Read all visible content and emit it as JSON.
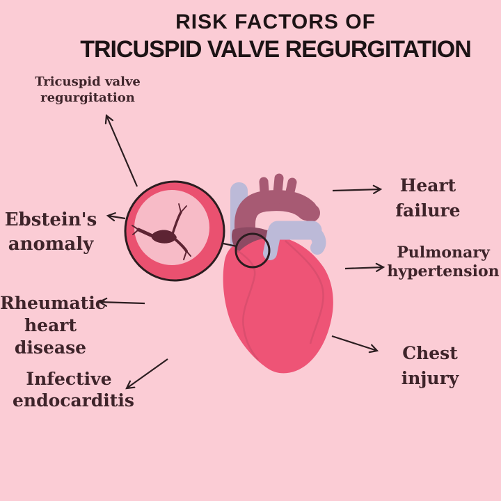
{
  "title": {
    "line1": "RISK FACTORS OF",
    "line2": "TRICUSPID VALVE REGURGITATION"
  },
  "labels": {
    "tricuspid_valve_regurgitation": {
      "line1": "Tricuspid valve",
      "line2": "regurgitation"
    },
    "ebsteins_anomaly": {
      "line1": "Ebstein's",
      "line2": "anomaly"
    },
    "rheumatic_heart_disease": {
      "line1": "Rheumatic",
      "line2": "heart",
      "line3": "disease"
    },
    "infective_endocarditis": {
      "line1": "Infective",
      "line2": "endocarditis"
    },
    "heart_failure": {
      "line1": "Heart",
      "line2": "failure"
    },
    "pulmonary_hypertension": {
      "line1": "Pulmonary",
      "line2": "hypertension"
    },
    "chest_injury": {
      "line1": "Chest",
      "line2": "injury"
    }
  },
  "colors": {
    "background": "#fbccd5",
    "title_text": "#1c1315",
    "label_text": "#3e242a",
    "line_and_outline": "#2b1d20",
    "heart_body": "#ee5476",
    "heart_vein": "#d84e6e",
    "aorta": "#a75a73",
    "atrium_shadow": "#8d4a63",
    "vessels_lavender": "#bcbad8",
    "valve_ring": "#ea5170",
    "valve_inner": "#f7bbc7",
    "valve_leaflets": "#5d2433"
  }
}
